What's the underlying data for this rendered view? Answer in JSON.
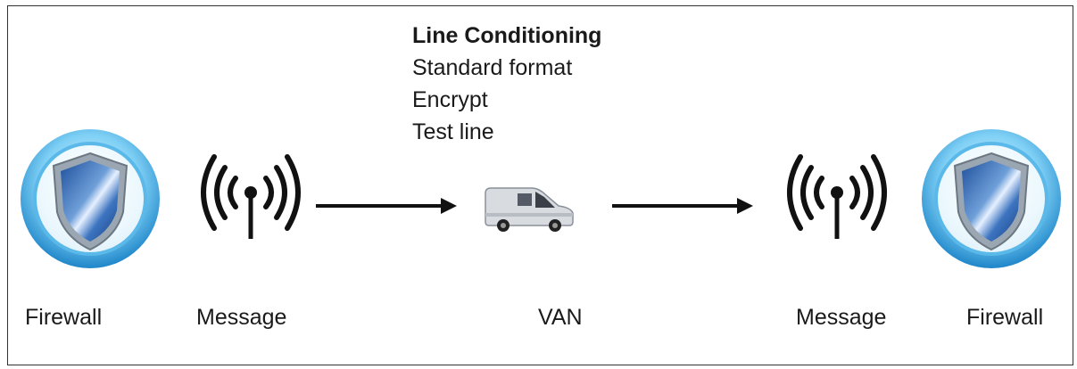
{
  "conditioning": {
    "title": "Line Conditioning",
    "items": [
      "Standard format",
      "Encrypt",
      "Test line"
    ]
  },
  "nodes": [
    {
      "label": "Firewall",
      "icon": "shield-icon"
    },
    {
      "label": "Message",
      "icon": "antenna-icon"
    },
    {
      "label": "VAN",
      "icon": "van-icon"
    },
    {
      "label": "Message",
      "icon": "antenna-icon"
    },
    {
      "label": "Firewall",
      "icon": "shield-icon"
    }
  ],
  "colors": {
    "ring": "#3aa0dc",
    "shield_dark": "#1e5aa8",
    "arrow": "#111111"
  }
}
